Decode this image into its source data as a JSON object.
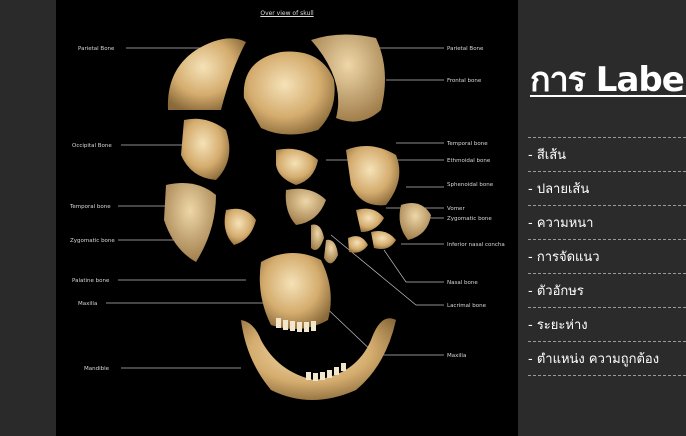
{
  "figure": {
    "title": "Over view of skull",
    "labels_left": [
      "Parietal Bone",
      "Occipital Bone",
      "Temporal bone",
      "Zygomatic bone",
      "Palatine bone",
      "Maxilla",
      "Mandible"
    ],
    "labels_right": [
      "Parietal Bone",
      "Frontal bone",
      "Temporal bone",
      "Ethmoidal bone",
      "Sphenoidal bone",
      "Vomer",
      "Zygomatic bone",
      "Inferior nasal concha",
      "Nasal bone",
      "Lacrimal bone",
      "Maxilla"
    ]
  },
  "panel": {
    "title": "การ Label",
    "items": [
      "- สีเส้น",
      "- ปลายเส้น",
      "- ความหนา",
      "- การจัดแนว",
      "- ตัวอักษร",
      "- ระยะห่าง",
      "- ตำแหน่ง ความถูกต้อง"
    ]
  },
  "colors": {
    "panel_bg": "#2b2b2b",
    "bone": "#d9b47a",
    "figure_bg": "#000000"
  }
}
